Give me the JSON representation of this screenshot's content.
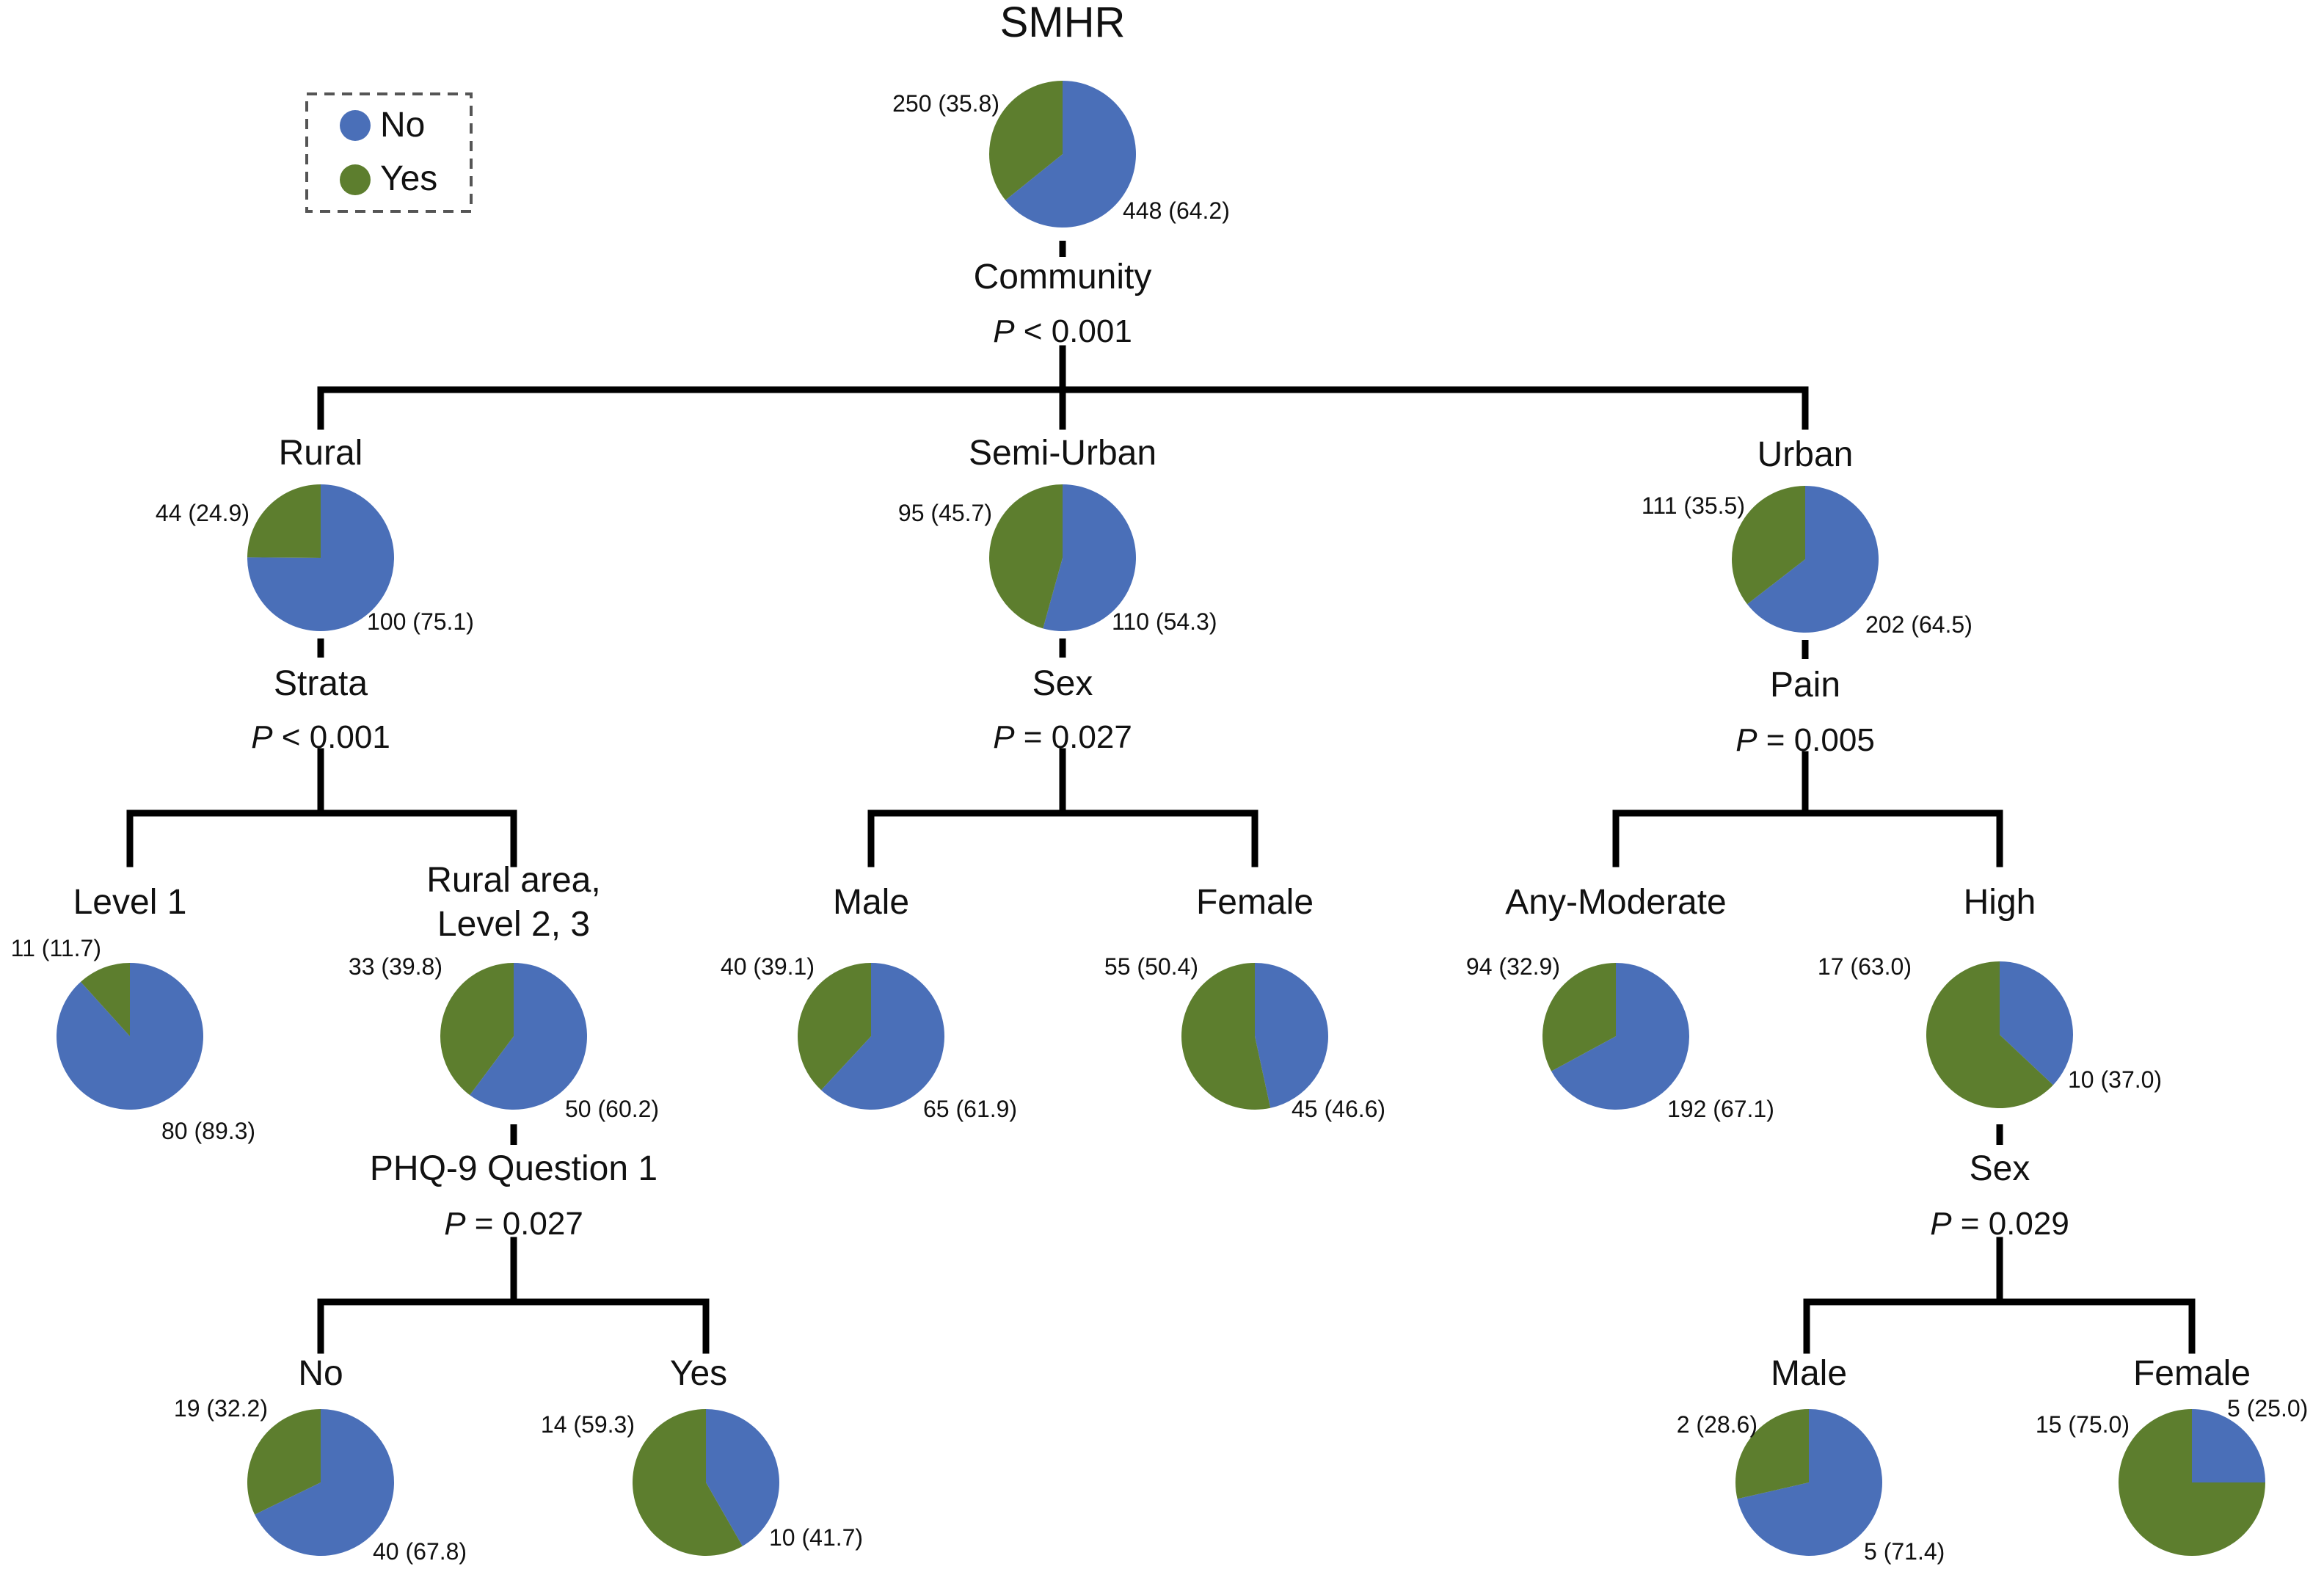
{
  "title": "SMHR",
  "colors": {
    "No": "#4a6fb8",
    "Yes": "#5d7e2e"
  },
  "legend": {
    "no_label": "No",
    "yes_label": "Yes"
  },
  "nodes": {
    "root": {
      "no": "448 (64.2)",
      "yes": "250 (35.8)",
      "no_frac": 0.642
    },
    "rural": {
      "branch": "Rural",
      "no": "100 (75.1)",
      "yes": "44 (24.9)",
      "no_frac": 0.751
    },
    "semiurban": {
      "branch": "Semi-Urban",
      "no": "110 (54.3)",
      "yes": "95 (45.7)",
      "no_frac": 0.543
    },
    "urban": {
      "branch": "Urban",
      "no": "202 (64.5)",
      "yes": "111 (35.5)",
      "no_frac": 0.645
    },
    "level1": {
      "branch": "Level 1",
      "no": "80 (89.3)",
      "yes": "11 (11.7)",
      "no_frac": 0.883
    },
    "rurallevel": {
      "branch_line1": "Rural area,",
      "branch_line2": "Level 2, 3",
      "no": "50 (60.2)",
      "yes": "33 (39.8)",
      "no_frac": 0.602
    },
    "male1": {
      "branch": "Male",
      "no": "65 (61.9)",
      "yes": "40 (39.1)",
      "no_frac": 0.619
    },
    "female1": {
      "branch": "Female",
      "no": "45 (46.6)",
      "yes": "55 (50.4)",
      "no_frac": 0.466
    },
    "anymod": {
      "branch": "Any-Moderate",
      "no": "192 (67.1)",
      "yes": "94 (32.9)",
      "no_frac": 0.671
    },
    "high": {
      "branch": "High",
      "no": "10 (37.0)",
      "yes": "17 (63.0)",
      "no_frac": 0.37
    },
    "phqno": {
      "branch": "No",
      "no": "40 (67.8)",
      "yes": "19 (32.2)",
      "no_frac": 0.678
    },
    "phqyes": {
      "branch": "Yes",
      "no": "10 (41.7)",
      "yes": "14 (59.3)",
      "no_frac": 0.417
    },
    "male2": {
      "branch": "Male",
      "no": "5 (71.4)",
      "yes": "2 (28.6)",
      "no_frac": 0.714
    },
    "female2": {
      "branch": "Female",
      "no": "5 (25.0)",
      "yes": "15 (75.0)",
      "no_frac": 0.25
    }
  },
  "splits": {
    "community": {
      "variable": "Community",
      "p_symbol": "P",
      "p_rest": " < 0.001"
    },
    "strata": {
      "variable": "Strata",
      "p_symbol": "P",
      "p_rest": " < 0.001"
    },
    "sex1": {
      "variable": "Sex",
      "p_symbol": "P",
      "p_rest": " = 0.027"
    },
    "pain": {
      "variable": "Pain",
      "p_symbol": "P",
      "p_rest": " = 0.005"
    },
    "phq": {
      "variable": "PHQ-9 Question 1",
      "p_symbol": "P",
      "p_rest": " = 0.027"
    },
    "sex2": {
      "variable": "Sex",
      "p_symbol": "P",
      "p_rest": " = 0.029"
    }
  }
}
